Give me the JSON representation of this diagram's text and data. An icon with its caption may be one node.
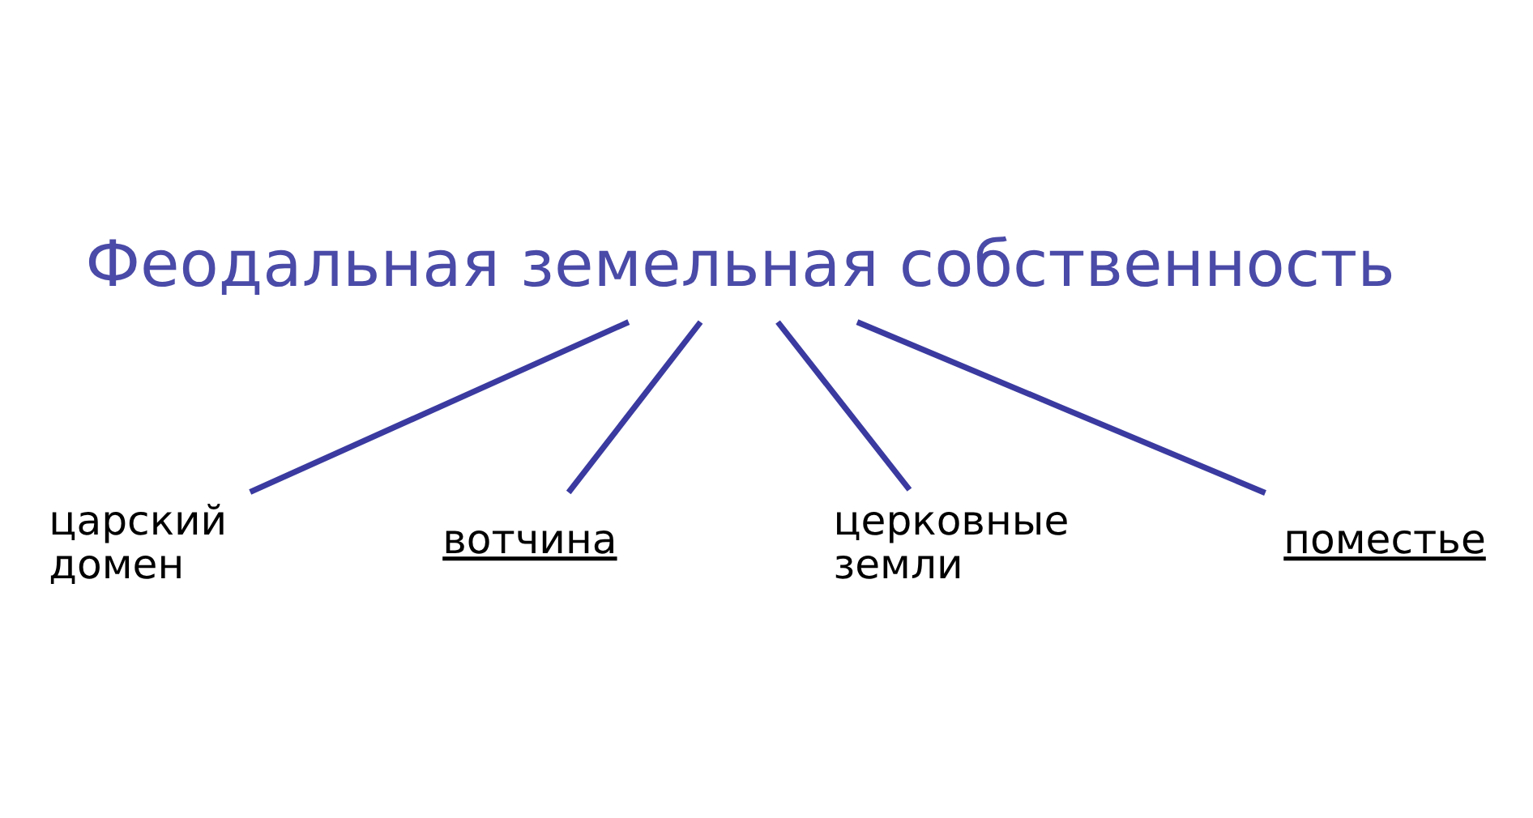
{
  "diagram": {
    "nodes": [
      {
        "text": [
          "Феодальная земельная собственность"
        ]
      },
      {
        "text": [
          "царский домен"
        ]
      },
      {
        "text": [
          "вотчина"
        ]
      },
      {
        "text": [
          "церковные земли"
        ]
      },
      {
        "text": [
          "поместье"
        ]
      }
    ],
    "edges": [
      {
        "from": 0,
        "to": 1,
        "arrow": "none"
      },
      {
        "from": 0,
        "to": 2,
        "arrow": "none"
      },
      {
        "from": 0,
        "to": 3,
        "arrow": "none"
      },
      {
        "from": 0,
        "to": 4,
        "arrow": "none"
      }
    ]
  }
}
